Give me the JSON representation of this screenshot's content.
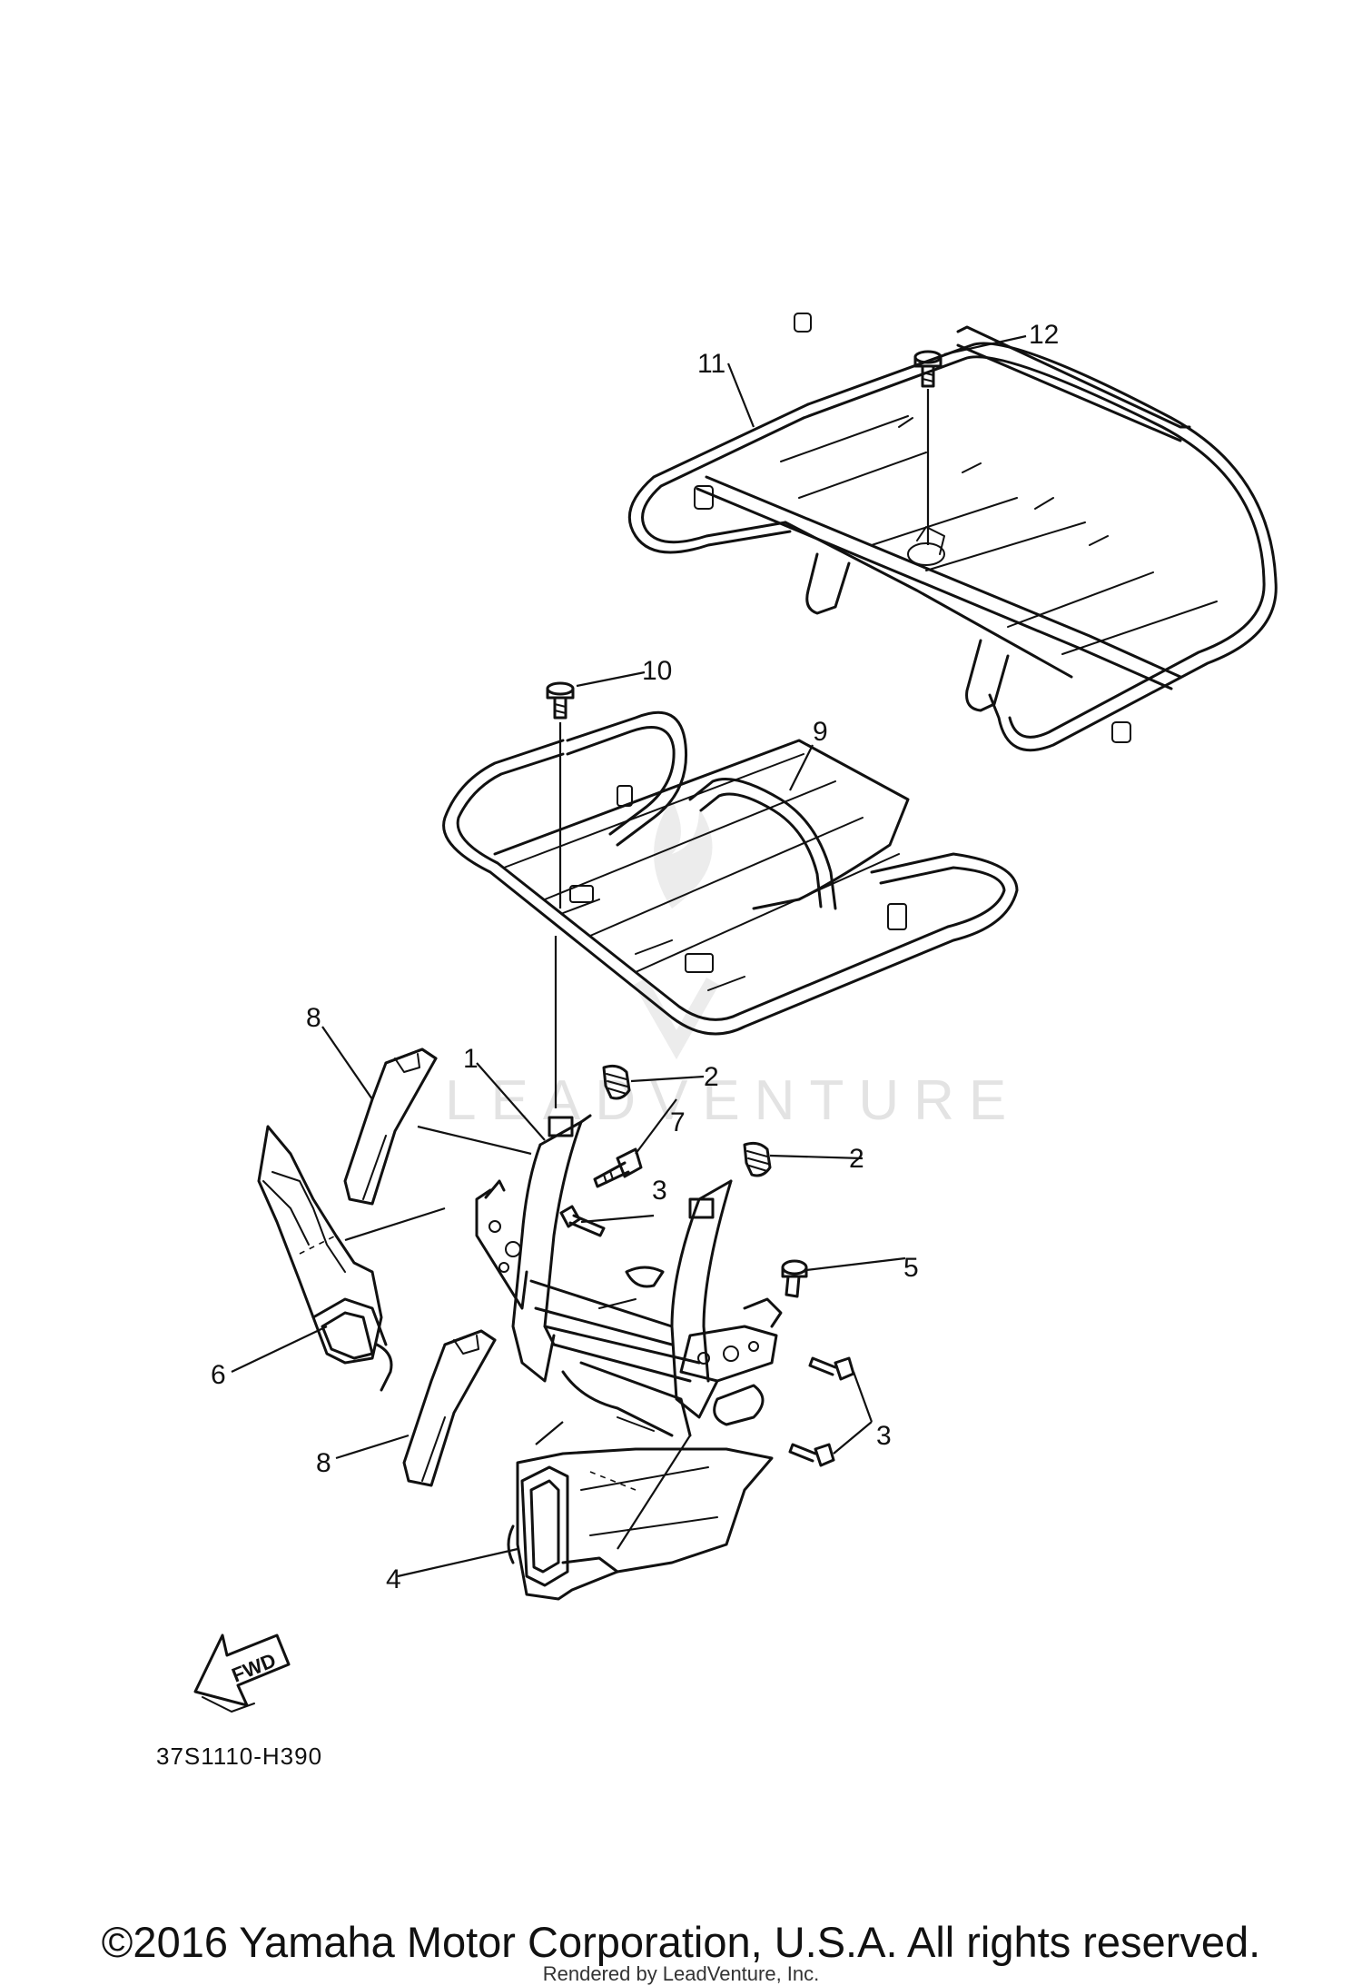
{
  "diagram": {
    "callouts": [
      "1",
      "2",
      "2",
      "3",
      "3",
      "4",
      "5",
      "6",
      "7",
      "8",
      "8",
      "9",
      "10",
      "11",
      "12"
    ],
    "reference_code": "37S1110-H390",
    "fwd_label": "FWD",
    "watermark": "LEADVENTURE"
  },
  "footer": {
    "copyright": "©2016 Yamaha Motor Corporation, U.S.A. All rights reserved.",
    "rendered_by": "Rendered by LeadVenture, Inc."
  }
}
